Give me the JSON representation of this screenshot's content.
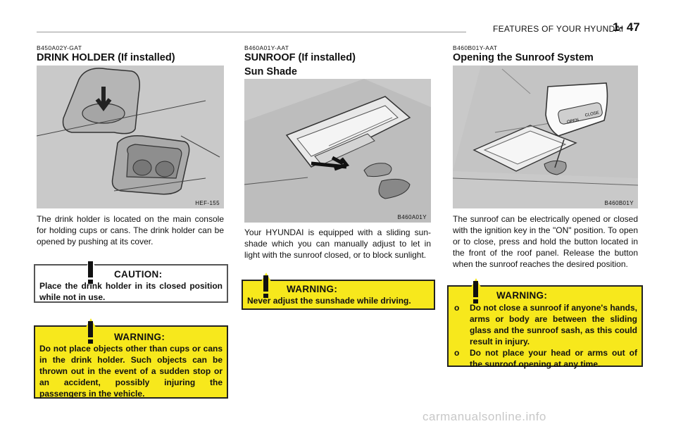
{
  "header": {
    "section": "FEATURES OF YOUR HYUNDAI",
    "page": "1- 47"
  },
  "col1": {
    "code": "B450A02Y-GAT",
    "title": "DRINK HOLDER (If installed)",
    "fig_label": "HEF-155",
    "body": "The drink holder is located on the main console for holding cups or cans. The drink holder can be opened by pushing at its cover.",
    "caution": {
      "heading": "CAUTION:",
      "text": "Place the drink holder in its closed position while not in use."
    },
    "warning": {
      "heading": "WARNING:",
      "text": "Do not place objects other than cups or cans in the drink holder. Such objects can be thrown out in the event of a sudden stop or an accident, possibly injuring the passengers in the vehicle."
    }
  },
  "col2": {
    "code": "B460A01Y-AAT",
    "title": "SUNROOF (If installed)",
    "subtitle": "Sun Shade",
    "fig_label": "B460A01Y",
    "body": "Your HYUNDAI is equipped with a sliding sun-shade which you can manually adjust to let in light with the sunroof closed, or to block sunlight.",
    "warning": {
      "heading": "WARNING:",
      "text": "Never adjust the sunshade while driving."
    }
  },
  "col3": {
    "code": "B460B01Y-AAT",
    "title": "Opening the Sunroof System",
    "fig_label": "B460B01Y",
    "inset_open": "OPEN",
    "inset_close": "CLOSE",
    "body": "The sunroof can be electrically opened or closed with the ignition key in the \"ON\" position. To open or to close, press and hold the button located in the front of the roof panel. Release the button when the sunroof reaches the desired position.",
    "warning": {
      "heading": "WARNING:",
      "marker": "o",
      "items": [
        "Do not close a sunroof if anyone's hands, arms or body are between the sliding glass and the sunroof sash, as this could result in injury.",
        "Do not place your head or arms out of the sunroof opening at any time."
      ]
    }
  },
  "footer": {
    "watermark": "carmanualsonline.info"
  },
  "colors": {
    "warning_bg": "#f7e81c",
    "figure_bg": "#c9c9c9"
  },
  "icons": [
    "exclamation-triangle-icon"
  ]
}
